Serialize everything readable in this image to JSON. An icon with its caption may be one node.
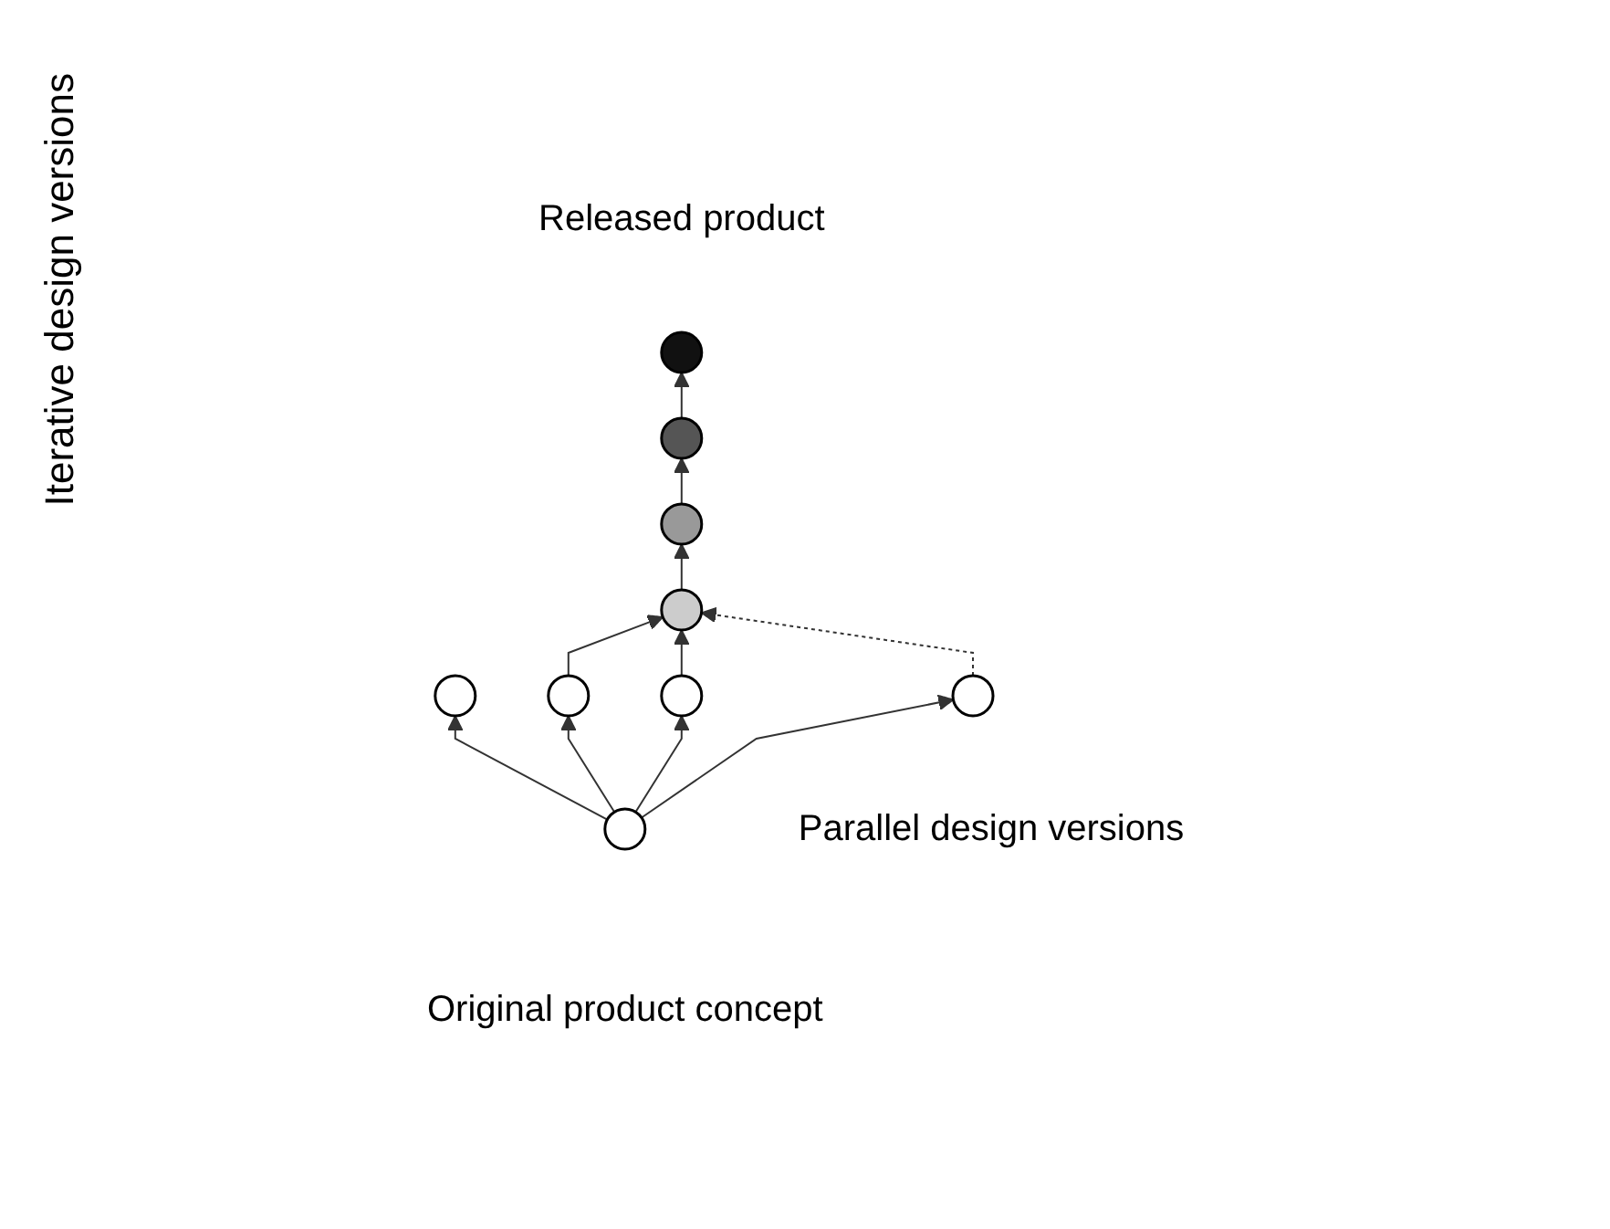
{
  "diagram": {
    "nodes": [
      {
        "text": [],
        "shape": "circle",
        "beside": [
          "Released product"
        ]
      },
      {
        "text": [],
        "shape": "circle"
      },
      {
        "text": [],
        "shape": "circle"
      },
      {
        "text": [],
        "shape": "circle"
      },
      {
        "text": [],
        "shape": "circle"
      },
      {
        "text": [],
        "shape": "circle"
      },
      {
        "text": [],
        "shape": "circle"
      },
      {
        "text": [],
        "shape": "circle",
        "beside": [
          "Parallel design versions"
        ]
      },
      {
        "text": [],
        "shape": "circle",
        "beside": [
          "Original product concept"
        ]
      }
    ],
    "edges": [
      {
        "from": 8,
        "to": 4,
        "arrow": "to"
      },
      {
        "from": 8,
        "to": 5,
        "arrow": "to"
      },
      {
        "from": 8,
        "to": 6,
        "arrow": "to"
      },
      {
        "from": 8,
        "to": 7,
        "arrow": "to"
      },
      {
        "from": 5,
        "to": 3,
        "arrow": "to"
      },
      {
        "from": 6,
        "to": 3,
        "arrow": "to"
      },
      {
        "from": 7,
        "to": 3,
        "arrow": "to",
        "style": "dashed"
      },
      {
        "from": 3,
        "to": 2,
        "arrow": "to"
      },
      {
        "from": 2,
        "to": 1,
        "arrow": "to"
      },
      {
        "from": 1,
        "to": 0,
        "arrow": "to"
      }
    ],
    "labels": [
      "Iterative design versions"
    ]
  }
}
